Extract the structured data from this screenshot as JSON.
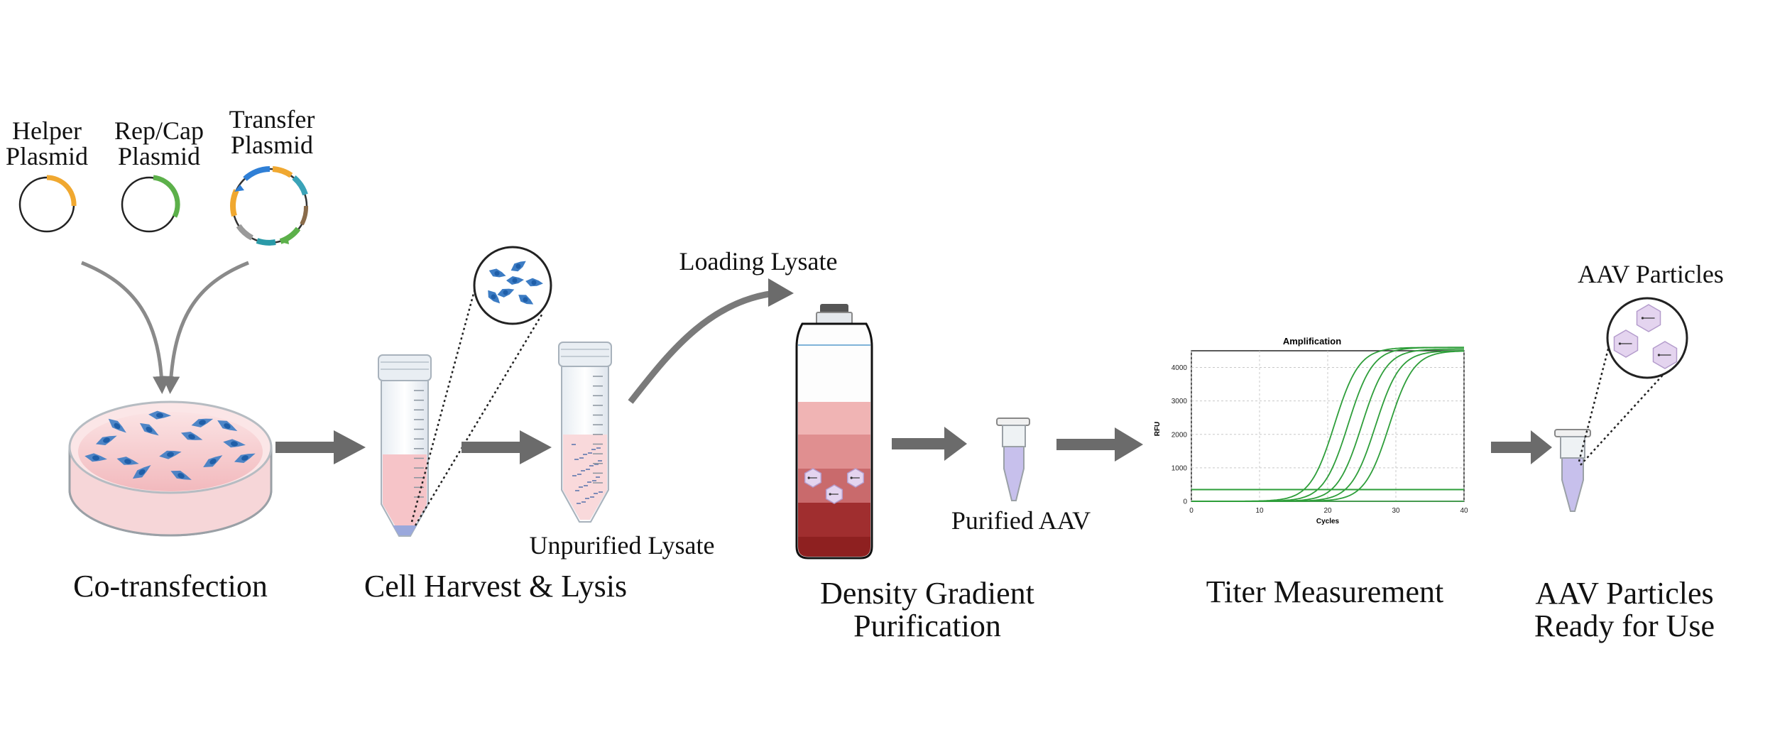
{
  "plasmids": {
    "helper": [
      "Helper",
      "Plasmid"
    ],
    "repcap": [
      "Rep/Cap",
      "Plasmid"
    ],
    "transfer": [
      "Transfer",
      "Plasmid"
    ]
  },
  "labels": {
    "loading_lysate": "Loading Lysate",
    "unpurified_lysate": "Unpurified Lysate",
    "purified_aav": "Purified AAV",
    "aav_particles": "AAV Particles"
  },
  "steps": {
    "cotransfection": "Co-transfection",
    "harvest": "Cell Harvest & Lysis",
    "density": [
      "Density Gradient",
      "Purification"
    ],
    "titer": "Titer Measurement",
    "ready": [
      "AAV Particles",
      "Ready for Use"
    ]
  },
  "colors": {
    "arrow": "#6b6b6b",
    "curve": "#7a7a7a",
    "dish_medium": "#f7c9cc",
    "cells": "#3c7cc4",
    "tube_liquid": "#f6c4c8",
    "vial_liquid": "#c7c0ec",
    "gradient": [
      "#f0b4b4",
      "#e08f90",
      "#c96a6c",
      "#a83435",
      "#8e2020"
    ],
    "curves": "#2e9e3a"
  },
  "chart_data": {
    "type": "line",
    "title": "Amplification",
    "xlabel": "Cycles",
    "ylabel": "RFU",
    "xlim": [
      0,
      40
    ],
    "ylim": [
      0,
      4500
    ],
    "xticks": [
      0,
      10,
      20,
      30,
      40
    ],
    "yticks": [
      0,
      1000,
      2000,
      3000,
      4000
    ],
    "grid": true,
    "series": [
      {
        "midpoint": 21,
        "plateau": 4600,
        "baseline": 0
      },
      {
        "midpoint": 23,
        "plateau": 4600,
        "baseline": 0
      },
      {
        "midpoint": 25,
        "plateau": 4550,
        "baseline": 0
      },
      {
        "midpoint": 27,
        "plateau": 4500,
        "baseline": 0
      },
      {
        "midpoint": 29,
        "plateau": 4500,
        "baseline": 0
      }
    ],
    "threshold": 350
  }
}
